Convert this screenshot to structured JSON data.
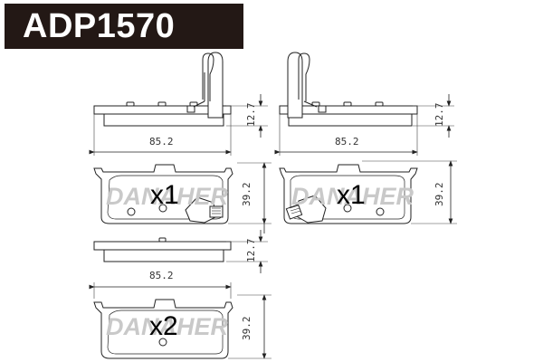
{
  "header": {
    "part_number": "ADP1570",
    "bar_color": "#231815",
    "text_color": "#ffffff"
  },
  "watermark": "DANAHER",
  "pads": [
    {
      "id": "pad-top-left",
      "side_view": {
        "width_label": "85.2",
        "thickness_label": "12.7",
        "has_wear_sensor": true,
        "sensor_side": "right"
      },
      "front_view": {
        "height_label": "39.2",
        "quantity": "x1",
        "has_wear_sensor": true,
        "sensor_side": "right"
      }
    },
    {
      "id": "pad-top-right",
      "side_view": {
        "width_label": "85.2",
        "thickness_label": "12.7",
        "has_wear_sensor": true,
        "sensor_side": "left"
      },
      "front_view": {
        "height_label": "39.2",
        "quantity": "x1",
        "has_wear_sensor": true,
        "sensor_side": "left"
      }
    },
    {
      "id": "pad-bottom",
      "side_view": {
        "width_label": "85.2",
        "thickness_label": "12.7",
        "has_wear_sensor": false
      },
      "front_view": {
        "height_label": "39.2",
        "quantity": "x2",
        "has_wear_sensor": false
      }
    }
  ]
}
